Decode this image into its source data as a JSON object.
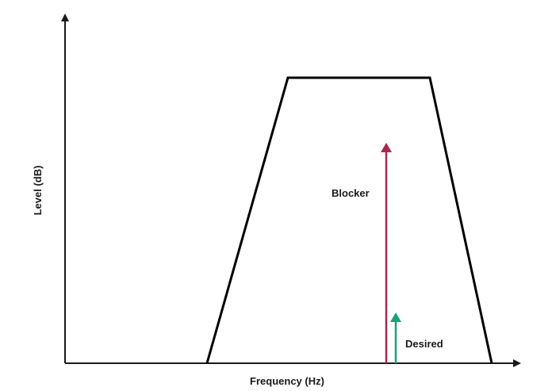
{
  "axes": {
    "x_label": "Frequency (Hz)",
    "y_label": "Level (dB)"
  },
  "signals": {
    "blocker": {
      "label": "Blocker",
      "color": "#a8284f"
    },
    "desired": {
      "label": "Desired",
      "color": "#1aa37a"
    }
  },
  "colors": {
    "axis": "#1a1a1a",
    "filter_outline": "#000000"
  }
}
